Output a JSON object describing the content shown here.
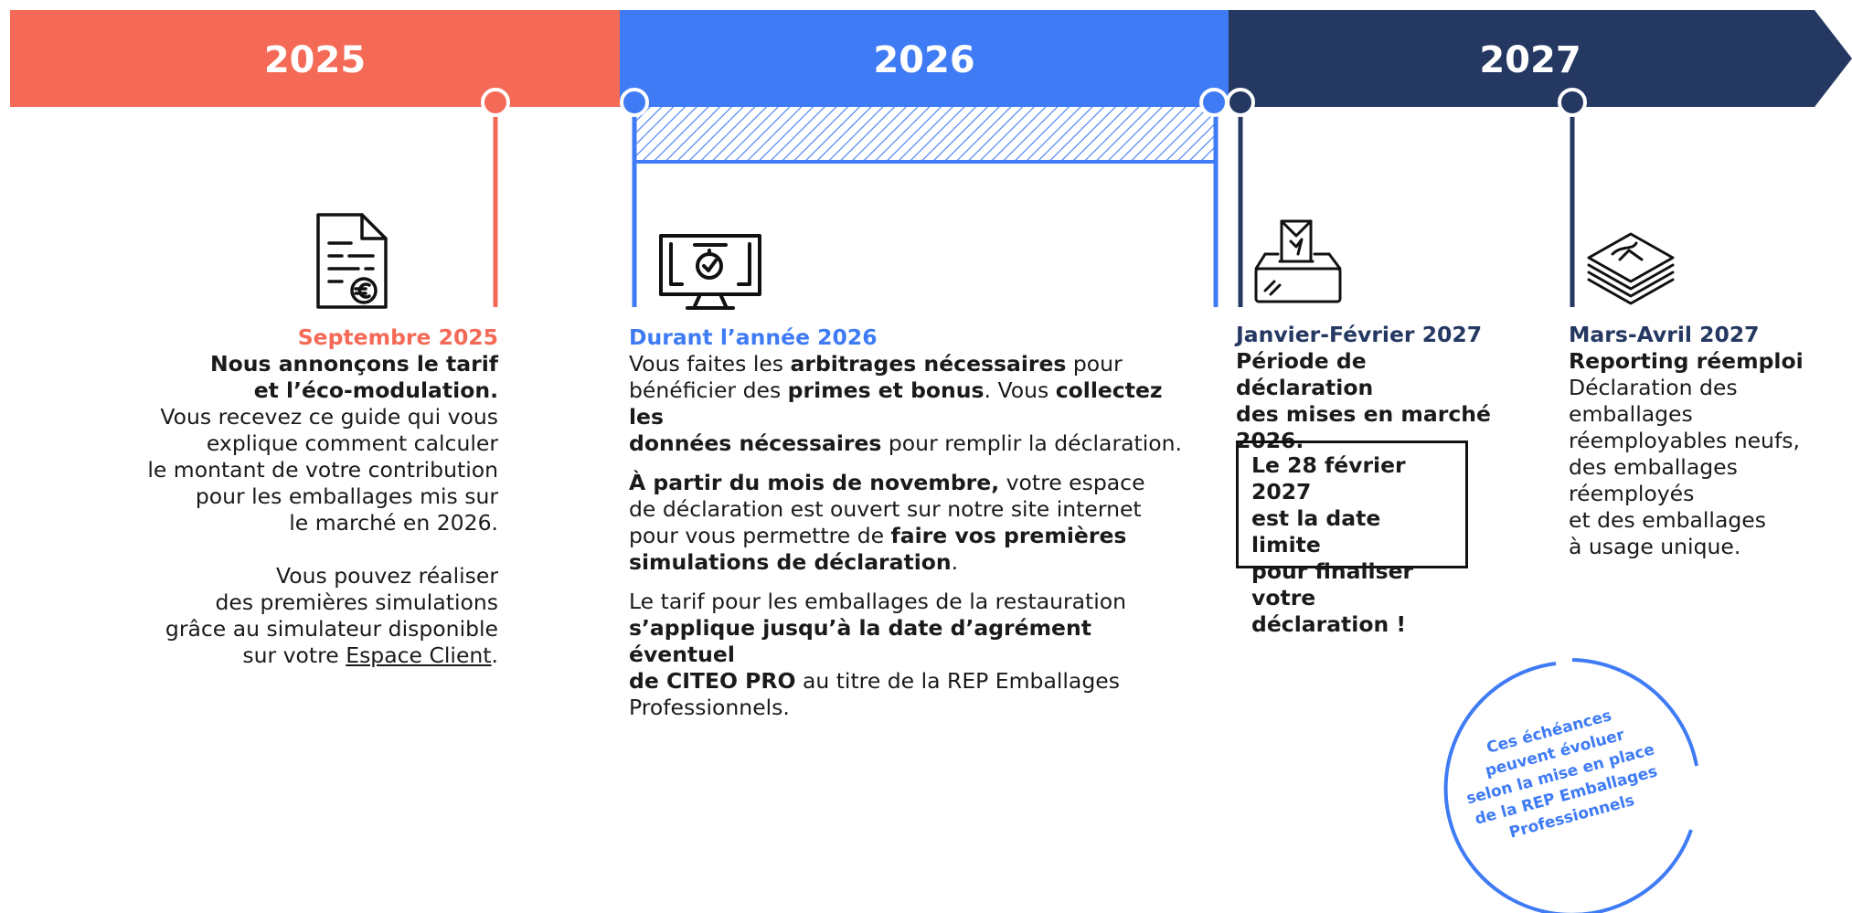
{
  "colors": {
    "c2025": "#f46a56",
    "c2026": "#3f7bf4",
    "c2027": "#243862",
    "text": "#1a1a1a"
  },
  "years": {
    "y2025": "2025",
    "y2026": "2026",
    "y2027": "2027"
  },
  "icons": {
    "col1": "document-euro-icon",
    "col2": "monitor-check-icon",
    "col3": "ballot-box-icon",
    "col4": "stacked-packaging-icon"
  },
  "col1": {
    "date": "Septembre 2025",
    "l1": "Nous annonçons le tarif",
    "l2": "et l’éco-modulation.",
    "l3": "Vous recevez ce guide qui vous",
    "l4": "explique comment calculer",
    "l5": "le montant de votre contribution",
    "l6": "pour les emballages mis sur",
    "l7": "le marché en 2026.",
    "l8": "Vous pouvez réaliser",
    "l9": "des premières simulations",
    "l10": "grâce au simulateur disponible",
    "l11_pre": "sur votre ",
    "l11_link": "Espace Client",
    "l11_post": "."
  },
  "col2": {
    "date": "Durant l’année 2026",
    "p1_a": "Vous faites les ",
    "p1_b": "arbitrages nécessaires",
    "p1_c": " pour",
    "p1_d": "bénéficier des ",
    "p1_e": "primes et bonus",
    "p1_f": ". Vous ",
    "p1_g": "collectez les",
    "p1_h": "données nécessaires",
    "p1_i": " pour remplir la déclaration.",
    "p2_a": "À partir du mois de novembre,",
    "p2_b": " votre espace",
    "p2_c": "de déclaration est ouvert sur notre site internet",
    "p2_d": "pour vous permettre de ",
    "p2_e": "faire vos premières",
    "p2_f": "simulations de déclaration",
    "p2_g": ".",
    "p3_a": "Le tarif pour les emballages de la restauration",
    "p3_b": "s’applique jusqu’à la date d’agrément éventuel",
    "p3_c": "de CITEO PRO",
    "p3_d": " au titre de la REP Emballages",
    "p3_e": "Professionnels."
  },
  "col3": {
    "date": "Janvier-Février 2027",
    "l1": "Période de déclaration",
    "l2": "des mises en marché",
    "l3": "2026.",
    "box1": "Le 28 février 2027",
    "box2": "est la date limite",
    "box3": "pour finaliser",
    "box4": "votre déclaration !"
  },
  "col4": {
    "date": "Mars-Avril 2027",
    "title": "Reporting réemploi",
    "l1": "Déclaration des",
    "l2": "emballages",
    "l3": "réemployables neufs,",
    "l4": "des emballages",
    "l5": "réemployés",
    "l6": "et des emballages",
    "l7": "à usage unique."
  },
  "stamp": {
    "l1": "Ces échéances",
    "l2": "peuvent évoluer",
    "l3": "selon la mise en place",
    "l4": "de la REP Emballages",
    "l5": "Professionnels"
  }
}
